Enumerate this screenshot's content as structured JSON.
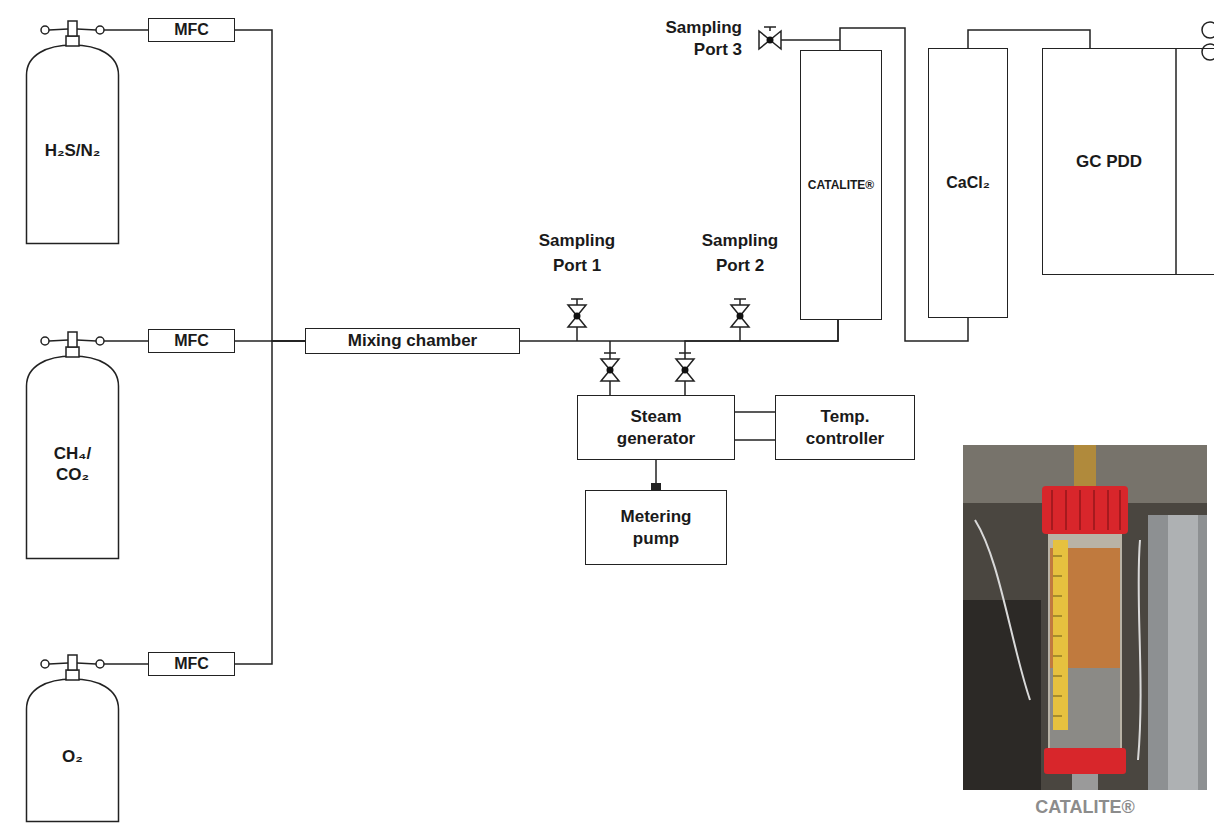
{
  "diagram": {
    "nodes": [
      {
        "text": [
          "H₂S/N₂"
        ]
      },
      {
        "text": [
          "CH₄/ CO₂"
        ]
      },
      {
        "text": [
          "O₂"
        ]
      },
      {
        "text": [
          "MFC"
        ]
      },
      {
        "text": [
          "MFC"
        ]
      },
      {
        "text": [
          "MFC"
        ]
      },
      {
        "text": [
          "Mixing chamber"
        ]
      },
      {
        "text": [
          "Steam generator"
        ]
      },
      {
        "text": [
          "Temp. controller"
        ]
      },
      {
        "text": [
          "Metering pump"
        ]
      },
      {
        "text": [
          "CATALITE®"
        ]
      },
      {
        "text": [
          "CaCl₂"
        ]
      },
      {
        "text": [
          "GC PDD"
        ]
      }
    ],
    "edges": [
      {
        "from": 0,
        "to": 3,
        "arrow": "none"
      },
      {
        "from": 1,
        "to": 4,
        "arrow": "none"
      },
      {
        "from": 2,
        "to": 5,
        "arrow": "none"
      },
      {
        "from": 3,
        "to": 6,
        "arrow": "none"
      },
      {
        "from": 4,
        "to": 6,
        "arrow": "none"
      },
      {
        "from": 5,
        "to": 6,
        "arrow": "none"
      },
      {
        "from": 6,
        "to": 10,
        "arrow": "none"
      },
      {
        "from": 9,
        "to": 7,
        "arrow": "none"
      },
      {
        "from": 7,
        "to": 8,
        "arrow": "none"
      },
      {
        "from": 7,
        "to": 10,
        "arrow": "none"
      },
      {
        "from": 10,
        "to": 11,
        "arrow": "none"
      },
      {
        "from": 11,
        "to": 12,
        "arrow": "none"
      }
    ],
    "labels": [
      "Sampling Port 1",
      "Sampling Port 2",
      "Sampling Port 3",
      "CATALITE®"
    ]
  }
}
